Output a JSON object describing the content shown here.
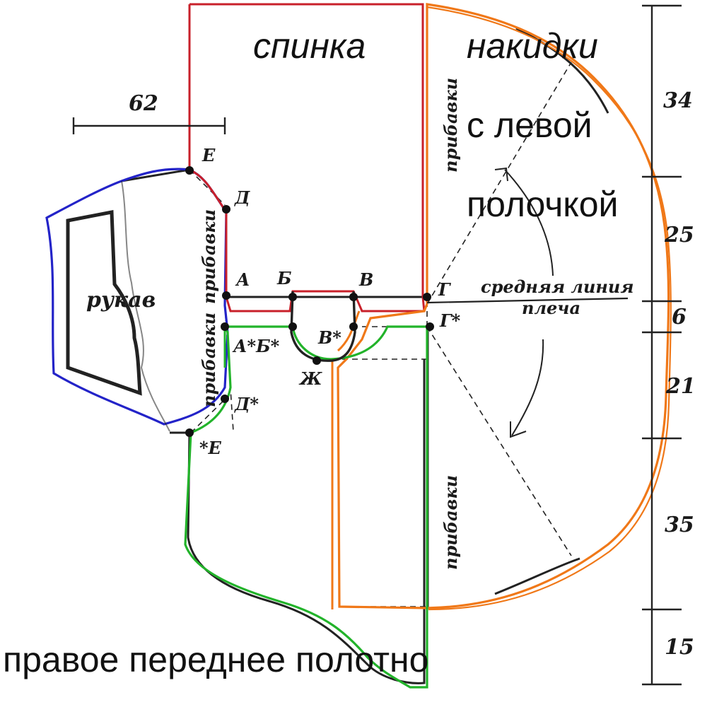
{
  "colors": {
    "red": "#c8202a",
    "green": "#22b32a",
    "orange": "#f07818",
    "blue": "#2323c8",
    "black": "#222222"
  },
  "labels": {
    "back": "спинка",
    "cape_line1": "накидки",
    "cape_line2": "с левой",
    "cape_line3": "полочкой",
    "sleeve": "рукав",
    "front_panel": "правое переднее полотно",
    "middle_line_1": "средняя линия",
    "middle_line_2": "плеча",
    "allowance": "прибавки"
  },
  "dimensions": {
    "width_62": "62",
    "d34": "34",
    "d25": "25",
    "d6": "6",
    "d21": "21",
    "d35": "35",
    "d15": "15"
  },
  "points": {
    "E": "Е",
    "D": "Д",
    "A": "А",
    "B": "Б",
    "V": "В",
    "G": "Г",
    "G_star": "Г*",
    "A_star_B_star": "А*Б*",
    "V_star": "В*",
    "ZH": "Ж",
    "D_star": "Д*",
    "star_E": "*Е"
  }
}
